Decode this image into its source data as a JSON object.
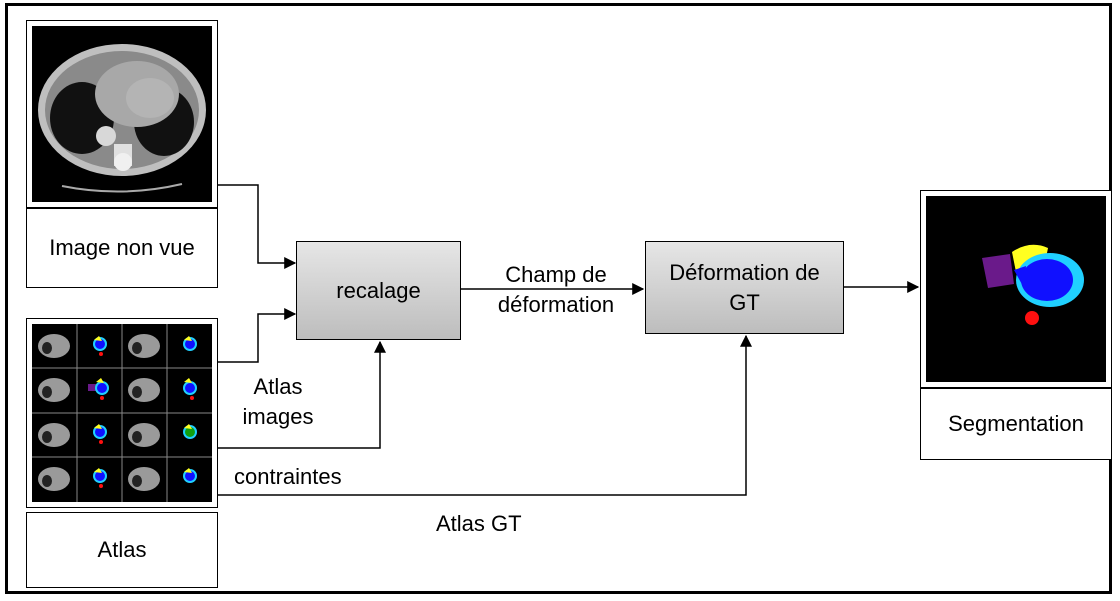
{
  "nodes": {
    "unseen_image_label": "Image non vue",
    "atlas_label": "Atlas",
    "registration": "recalage",
    "gt_deformation": "Déformation de GT",
    "segmentation_label": "Segmentation"
  },
  "edges": {
    "deformation_field": "Champ de déformation",
    "atlas_images": "Atlas images",
    "constraints": "contraintes",
    "atlas_gt": "Atlas GT"
  },
  "colors": {
    "process_fill_top": "#e6e6e6",
    "process_fill_bottom": "#bdbdbd",
    "seg_blue": "#1010ff",
    "seg_cyan": "#20d0ff",
    "seg_yellow": "#ffff20",
    "seg_purple": "#6a1a8a",
    "seg_red": "#ff1010"
  },
  "icons": {
    "ct_scan": "ct-scan-image",
    "atlas_grid": "atlas-grid-image",
    "segmentation_map": "segmentation-image"
  }
}
